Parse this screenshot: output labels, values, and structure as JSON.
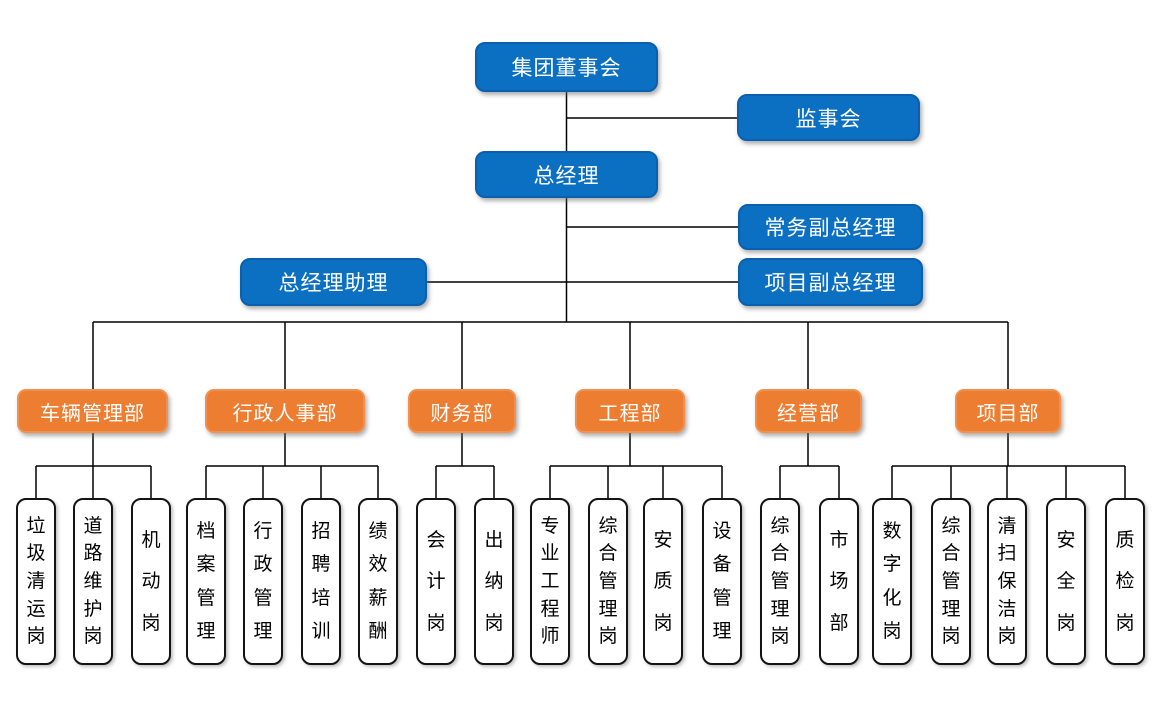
{
  "colors": {
    "executive_box": "#0C70C2",
    "department_box": "#ED7D31",
    "position_box_border": "#141414",
    "connector_line": "#000000",
    "text_on_color": "#ffffff",
    "text_on_white": "#000000"
  },
  "top": {
    "board": "集团董事会",
    "supervisory": "监事会",
    "general_manager": "总经理",
    "executive_deputy_gm": "常务副总经理",
    "gm_assistant": "总经理助理",
    "project_deputy_gm": "项目副总经理"
  },
  "departments": [
    {
      "name": "车辆管理部",
      "positions": [
        "垃圾清运岗",
        "道路维护岗",
        "机动岗"
      ]
    },
    {
      "name": "行政人事部",
      "positions": [
        "档案管理",
        "行政管理",
        "招聘培训",
        "绩效薪酬"
      ]
    },
    {
      "name": "财务部",
      "positions": [
        "会计岗",
        "出纳岗"
      ]
    },
    {
      "name": "工程部",
      "positions": [
        "专业工程师",
        "综合管理岗",
        "安质岗",
        "设备管理"
      ]
    },
    {
      "name": "经营部",
      "positions": [
        "综合管理岗",
        "市场部"
      ]
    },
    {
      "name": "项目部",
      "positions": [
        "数字化岗",
        "综合管理岗",
        "清扫保洁岗",
        "安全岗",
        "质检岗"
      ]
    }
  ]
}
